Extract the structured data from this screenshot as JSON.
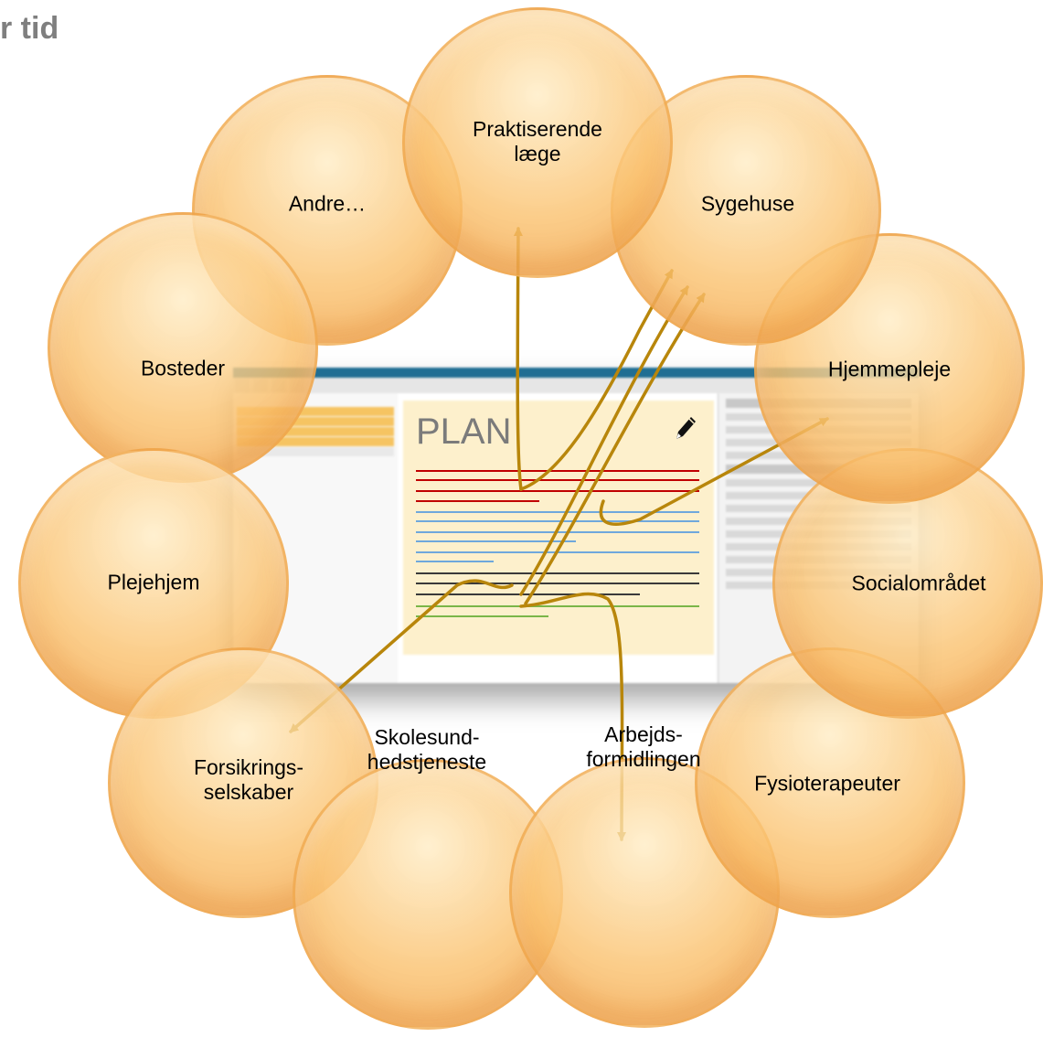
{
  "page": {
    "corner_title": "r tid"
  },
  "screenshot": {
    "plan_label": "PLAN"
  },
  "colors": {
    "bubble_fill": "#f9c177",
    "arrow": "#b8860b",
    "line_red": "#c00000",
    "line_blue": "#6fa8dc",
    "line_dark": "#3a3a3a",
    "line_green": "#7ab648"
  },
  "icons": {
    "edit": "pencil-icon"
  },
  "bubbles": [
    {
      "id": "praktiserende-laege",
      "line1": "Praktiserende",
      "line2": "læge"
    },
    {
      "id": "sygehuse",
      "line1": "Sygehuse",
      "line2": ""
    },
    {
      "id": "hjemmepleje",
      "line1": "Hjemmepleje",
      "line2": ""
    },
    {
      "id": "socialomraadet",
      "line1": "Socialområdet",
      "line2": ""
    },
    {
      "id": "fysioterapeuter",
      "line1": "Fysioterapeuter",
      "line2": ""
    },
    {
      "id": "arbejdsformidlingen",
      "line1": "Arbejds-",
      "line2": "formidlingen"
    },
    {
      "id": "skolesundhedstjeneste",
      "line1": "Skolesund-",
      "line2": "hedstjeneste"
    },
    {
      "id": "forsikringsselskaber",
      "line1": "Forsikrings-",
      "line2": "selskaber"
    },
    {
      "id": "plejehjem",
      "line1": "Plejehjem",
      "line2": ""
    },
    {
      "id": "bosteder",
      "line1": "Bosteder",
      "line2": ""
    },
    {
      "id": "andre",
      "line1": "Andre…",
      "line2": ""
    }
  ]
}
